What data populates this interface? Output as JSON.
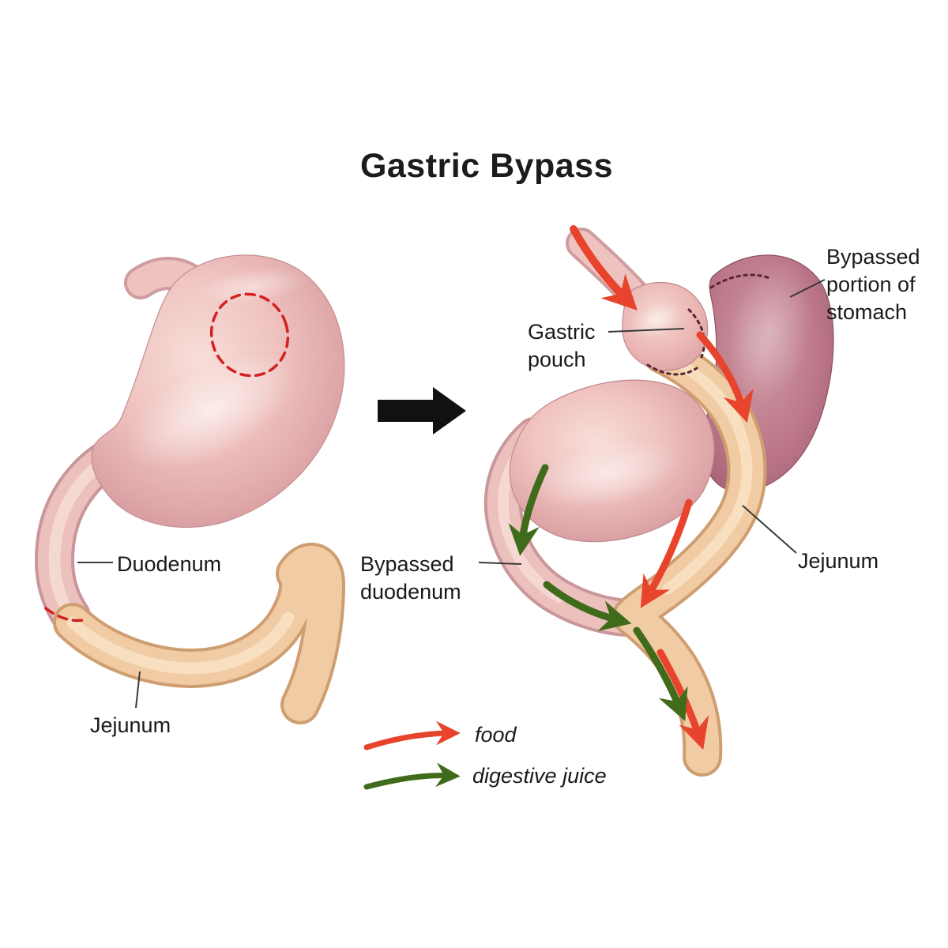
{
  "title": "Gastric Bypass",
  "left_panel": {
    "duodenum_label": "Duodenum",
    "jejunum_label": "Jejunum"
  },
  "right_panel": {
    "gastric_pouch_label": "Gastric pouch",
    "bypassed_stomach_label": "Bypassed portion of stomach",
    "bypassed_duodenum_label": "Bypassed duodenum",
    "jejunum_label": "Jejunum"
  },
  "legend": {
    "food_label": "food",
    "juice_label": "digestive juice"
  },
  "colors": {
    "food_arrow": "#e8432c",
    "juice_arrow": "#3f6b1b",
    "cut_line": "#d42020",
    "staple_line": "#5a2433",
    "label_line": "#3a3a3a",
    "text": "#1a1a1a",
    "transform_arrow": "#111111",
    "background": "#ffffff"
  }
}
